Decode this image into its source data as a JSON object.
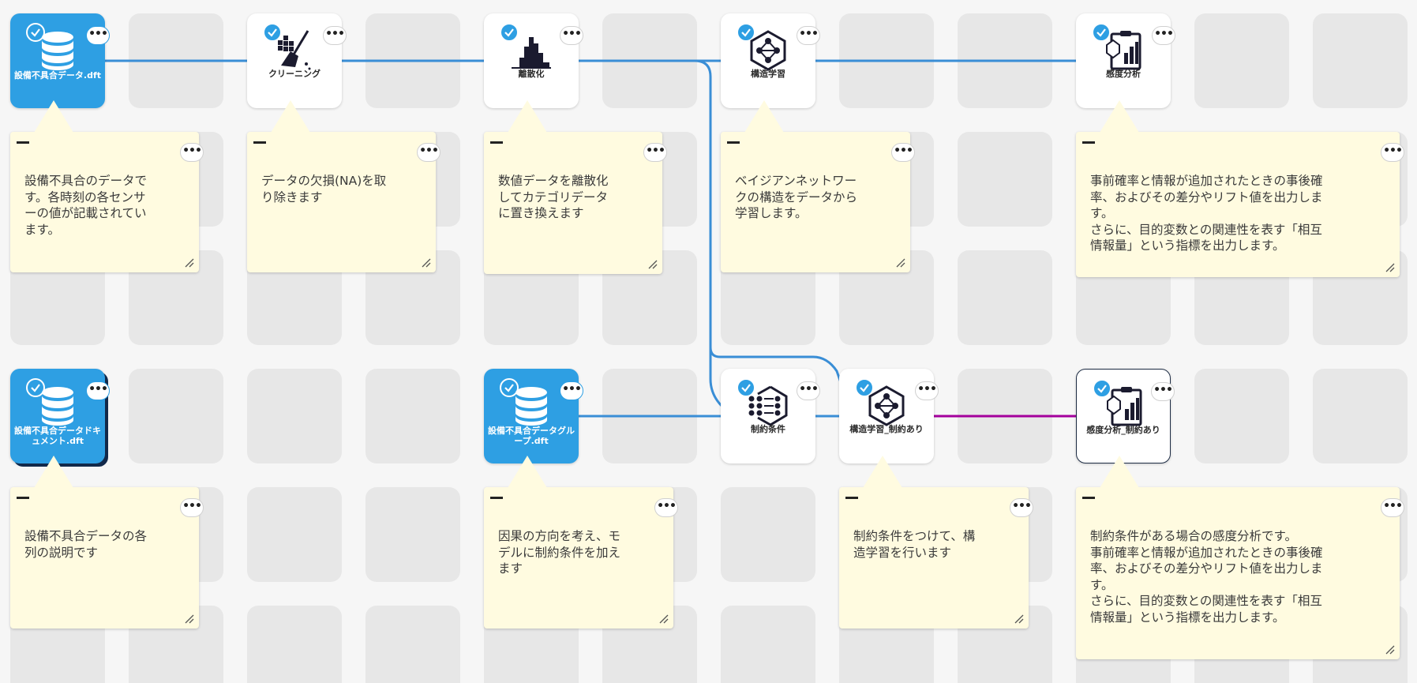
{
  "nodes": {
    "n1": {
      "label": "設備不具合データ.dft",
      "icon": "database-icon",
      "selected": true
    },
    "n2": {
      "label": "クリーニング",
      "icon": "broom-icon",
      "selected": true
    },
    "n3": {
      "label": "離散化",
      "icon": "histogram-icon",
      "selected": true
    },
    "n4": {
      "label": "構造学習",
      "icon": "network-hexagon-icon",
      "selected": true
    },
    "n5": {
      "label": "感度分析",
      "icon": "analysis-clipboard-icon",
      "selected": true
    },
    "n6": {
      "label": "設備不具合データドキュメント.dft",
      "icon": "database-icon",
      "selected": true
    },
    "n7": {
      "label": "設備不具合データグループ.dft",
      "icon": "database-icon",
      "selected": true
    },
    "n8": {
      "label": "制約条件",
      "icon": "constraint-hexagon-icon",
      "selected": true
    },
    "n9": {
      "label": "構造学習_制約あり",
      "icon": "network-hexagon-icon",
      "selected": true
    },
    "n10": {
      "label": "感度分析_制約あり",
      "icon": "analysis-clipboard-icon",
      "selected": true
    }
  },
  "notes": {
    "c1": "設備不具合のデータで\nす。各時刻の各センサ\nーの値が記載されてい\nます。",
    "c2": "データの欠損(NA)を取\nり除きます",
    "c3": "数値データを離散化\nしてカテゴリデータ\nに置き換えます",
    "c4": "ベイジアンネットワー\nクの構造をデータから\n学習します。",
    "c5": "事前確率と情報が追加されたときの事後確\n率、およびその差分やリフト値を出力しま\nす。\nさらに、目的変数との関連性を表す「相互\n情報量」という指標を出力します。",
    "c6": "設備不具合データの各\n列の説明です",
    "c7": "因果の方向を考え、モ\nデルに制約条件を加え\nます",
    "c8": "制約条件をつけて、構\n造学習を行います",
    "c9": "制約条件がある場合の感度分析です。\n事前確率と情報が追加されたときの事後確\n率、およびその差分やリフト値を出力しま\nす。\nさらに、目的変数との関連性を表す「相互\n情報量」という指標を出力します。"
  },
  "ui": {
    "more_button": "•••",
    "check_icon": "check-icon",
    "minimize_icon": "minus-icon",
    "resize_icon": "resize-grip-icon"
  },
  "colors": {
    "accent": "#2e9fe3",
    "link": "#3a8ed6",
    "active_link": "#a4009c",
    "note_bg": "#fffbe0",
    "cell": "#e7e7e7"
  }
}
